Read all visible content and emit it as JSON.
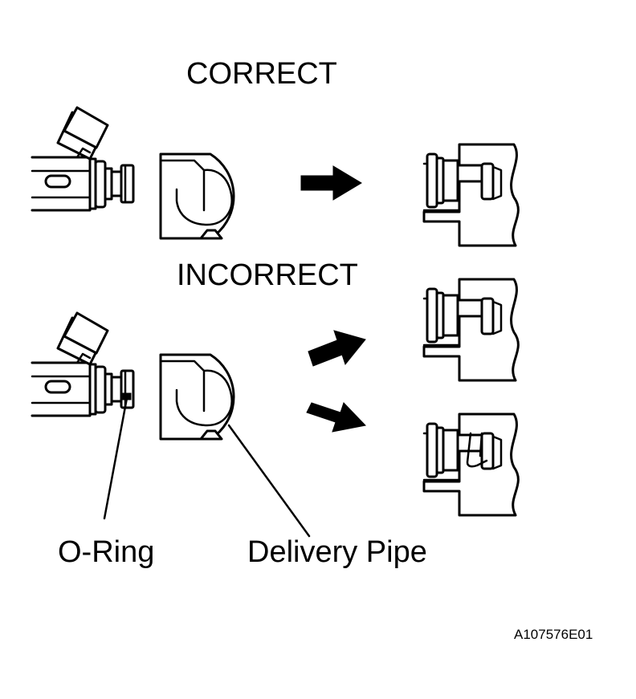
{
  "labels": {
    "correct": "CORRECT",
    "incorrect": "INCORRECT",
    "o_ring": "O-Ring",
    "delivery_pipe": "Delivery Pipe",
    "figure_code": "A107576E01"
  },
  "icons": [
    "fuel-injector-icon",
    "delivery-pipe-icon",
    "right-arrow-icon",
    "installed-injector-section-icon"
  ]
}
